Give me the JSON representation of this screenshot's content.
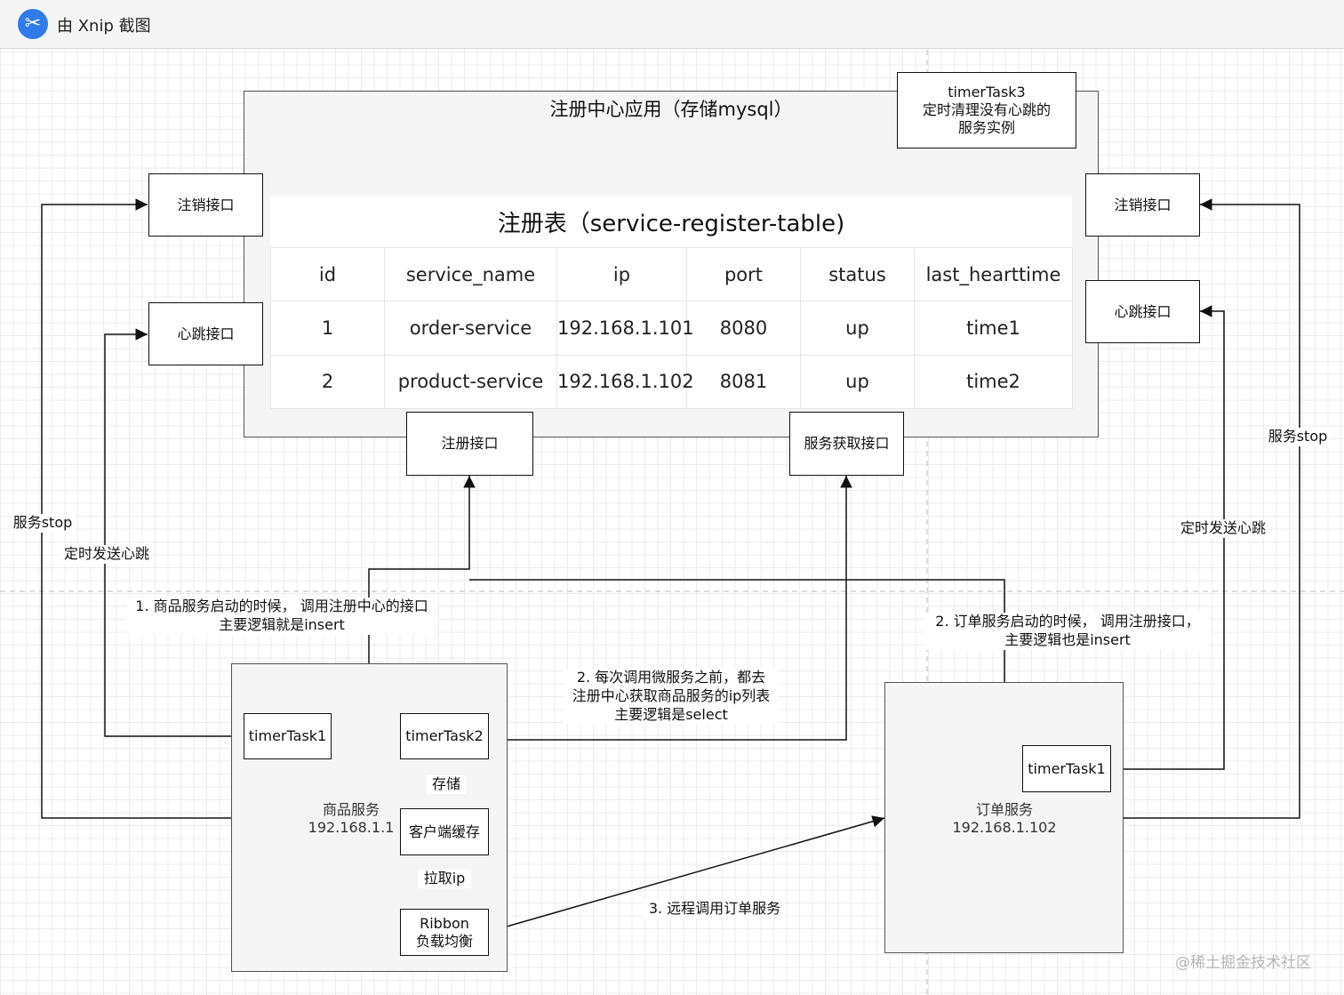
{
  "window": {
    "app_icon": "scissors-icon",
    "title": "由 Xnip 截图"
  },
  "registry": {
    "title": "注册中心应用（存储mysql）",
    "timer_task3": [
      "timerTask3",
      "定时清理没有心跳的",
      "服务实例"
    ],
    "table": {
      "title": "注册表（service-register-table)",
      "headers": [
        "id",
        "service_name",
        "ip",
        "port",
        "status",
        "last_hearttime"
      ],
      "rows": [
        [
          "1",
          "order-service",
          "192.168.1.101",
          "8080",
          "up",
          "time1"
        ],
        [
          "2",
          "product-service",
          "192.168.1.102",
          "8081",
          "up",
          "time2"
        ]
      ]
    },
    "interfaces": {
      "deregister": "注销接口",
      "heartbeat": "心跳接口",
      "register": "注册接口",
      "discovery": "服务获取接口"
    }
  },
  "product_service": {
    "name": "商品服务",
    "ip": "192.168.1.1",
    "timer_task1": "timerTask1",
    "timer_task2": "timerTask2",
    "store_label": "存储",
    "client_cache": "客户端缓存",
    "pull_label": "拉取ip",
    "ribbon": [
      "Ribbon",
      "负载均衡"
    ]
  },
  "order_service": {
    "name": "订单服务",
    "ip": "192.168.1.102",
    "timer_task1": "timerTask1"
  },
  "annotations": {
    "left_stop": "服务stop",
    "left_heartbeat": "定时发送心跳",
    "right_stop": "服务stop",
    "right_heartbeat": "定时发送心跳",
    "step1": [
      "1. 商品服务启动的时候， 调用注册中心的接口",
      "主要逻辑就是insert"
    ],
    "step2_order": [
      "2. 订单服务启动的时候， 调用注册接口，",
      "主要逻辑也是insert"
    ],
    "step2_fetch": [
      "2. 每次调用微服务之前，都去",
      "注册中心获取商品服务的ip列表",
      "主要逻辑是select"
    ],
    "step3": "3. 远程调用订单服务"
  },
  "watermark": "@稀土掘金技术社区"
}
